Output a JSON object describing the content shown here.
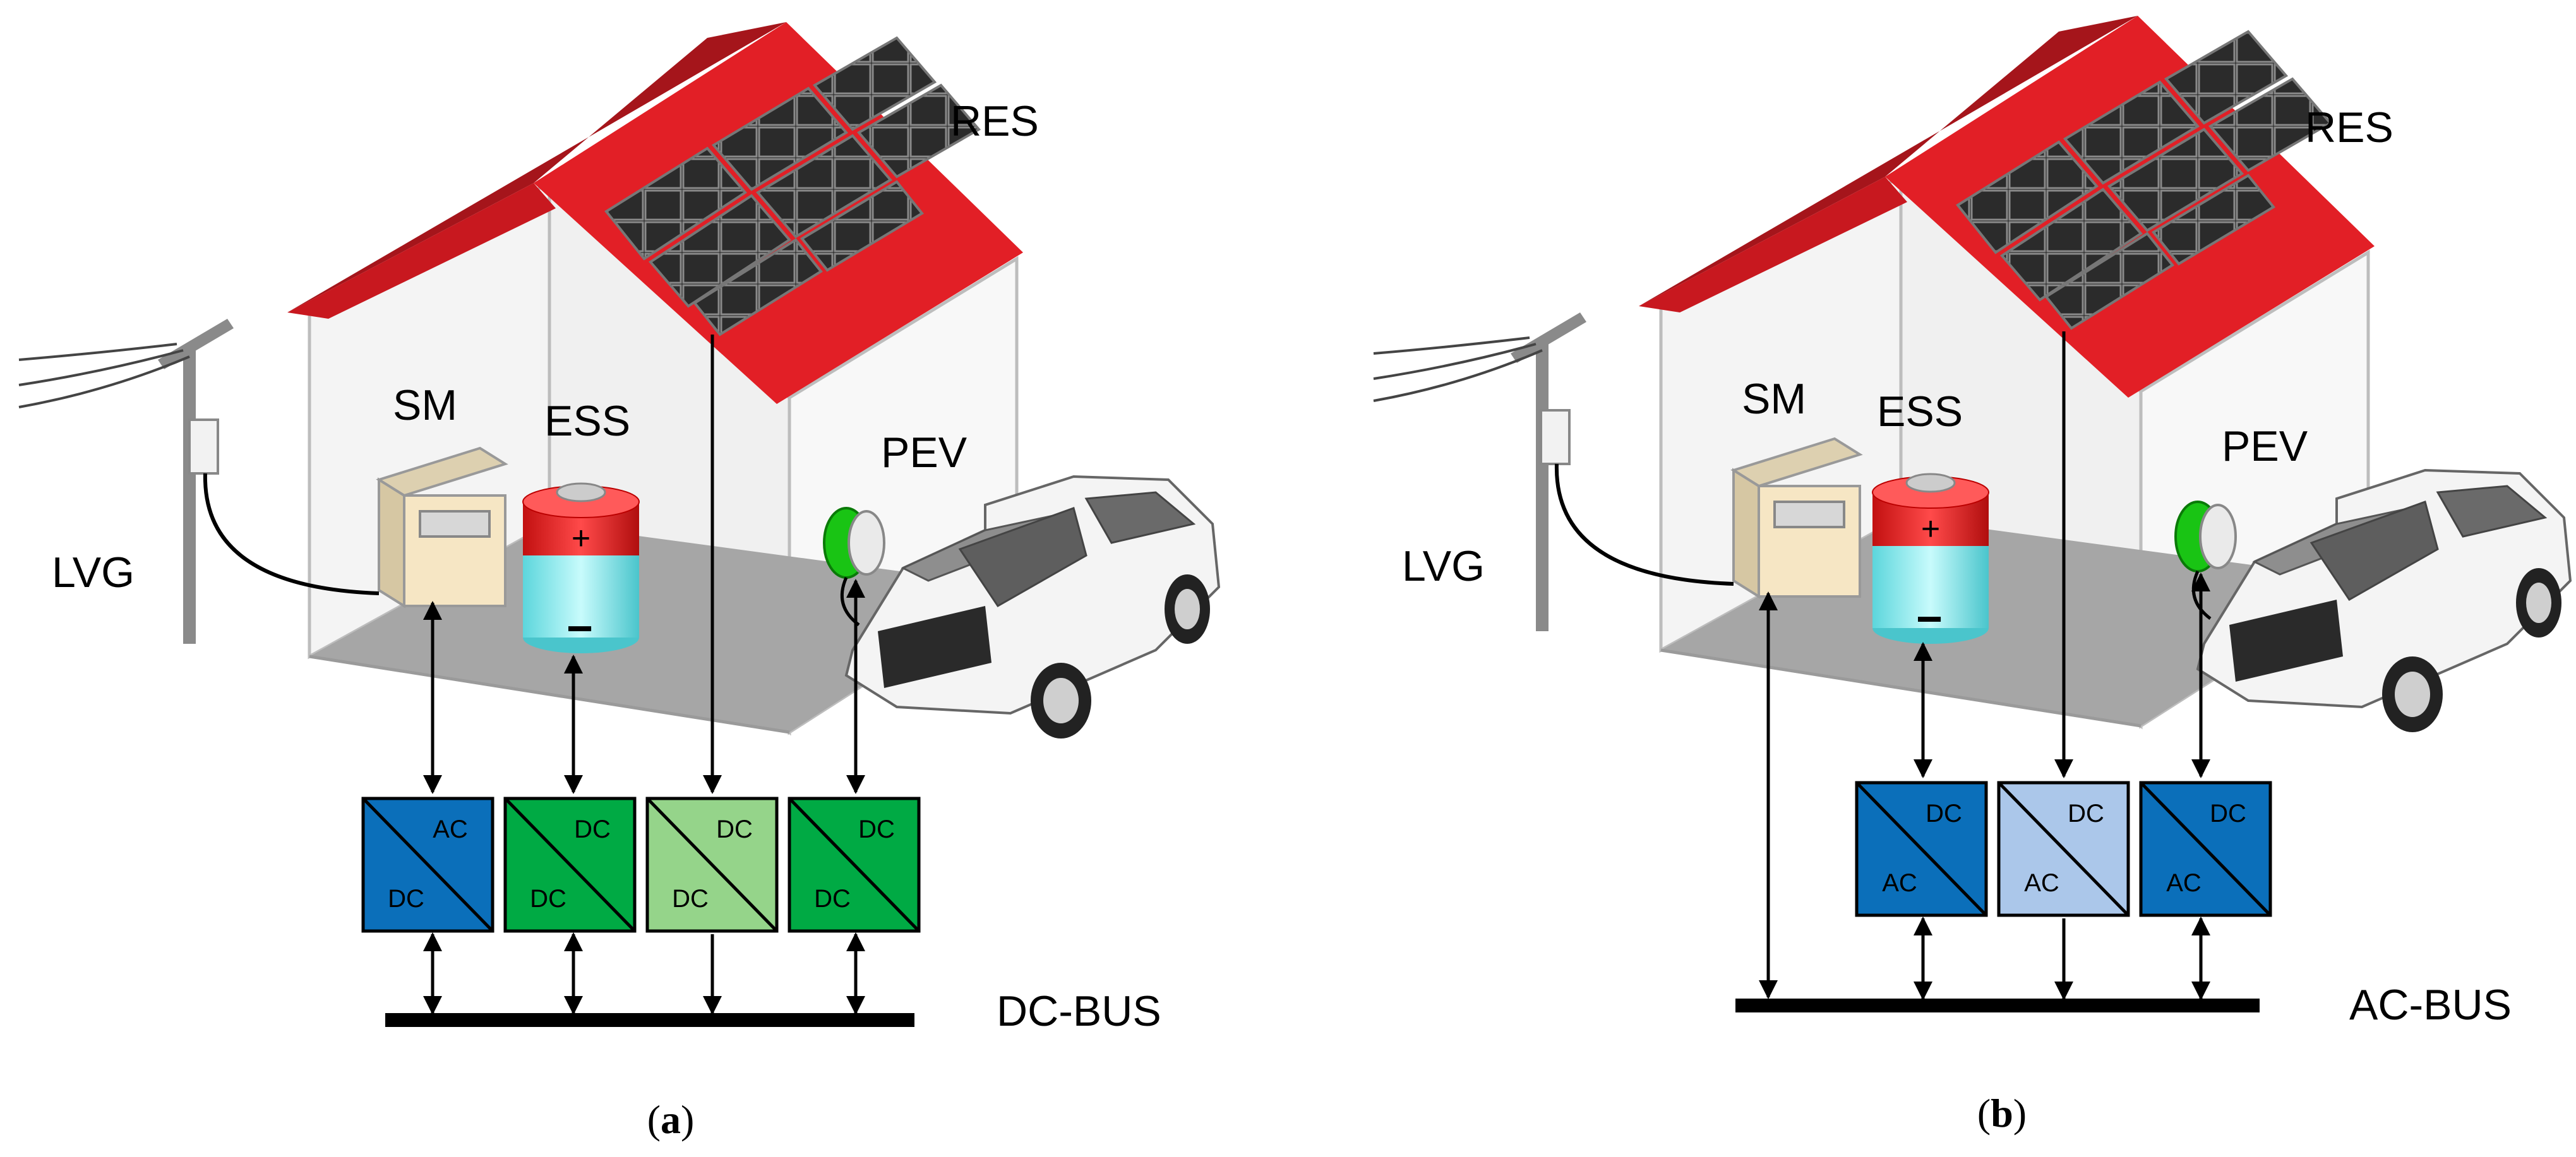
{
  "panels": [
    {
      "id": "a",
      "caption_open": "(",
      "caption_letter": "a",
      "caption_close": ")",
      "labels": {
        "res": "RES",
        "sm": "SM",
        "ess": "ESS",
        "pev": "PEV",
        "lvg": "LVG",
        "bus": "DC-BUS"
      },
      "battery": {
        "plus": "+",
        "minus": "−"
      },
      "converters": [
        {
          "top": "AC",
          "bottom": "DC",
          "color": "#0b6fba"
        },
        {
          "top": "DC",
          "bottom": "DC",
          "color": "#00aa44"
        },
        {
          "top": "DC",
          "bottom": "DC",
          "color": "#95d48a"
        },
        {
          "top": "DC",
          "bottom": "DC",
          "color": "#00aa44"
        }
      ]
    },
    {
      "id": "b",
      "caption_open": "(",
      "caption_letter": "b",
      "caption_close": ")",
      "labels": {
        "res": "RES",
        "sm": "SM",
        "ess": "ESS",
        "pev": "PEV",
        "lvg": "LVG",
        "bus": "AC-BUS"
      },
      "battery": {
        "plus": "+",
        "minus": "−"
      },
      "converters": [
        {
          "top": "DC",
          "bottom": "AC",
          "color": "#0b6fba"
        },
        {
          "top": "DC",
          "bottom": "AC",
          "color": "#abc7ea"
        },
        {
          "top": "DC",
          "bottom": "AC",
          "color": "#0b6fba"
        }
      ]
    }
  ],
  "colors": {
    "roof": "#e21f26",
    "roof_dark": "#a5151b",
    "panel": "#1e1e1e",
    "floor": "#a6a6a6",
    "meter": "#f6e6c4",
    "charger": "#19c414",
    "car": "#9a9a9a",
    "bus": "#000000"
  }
}
